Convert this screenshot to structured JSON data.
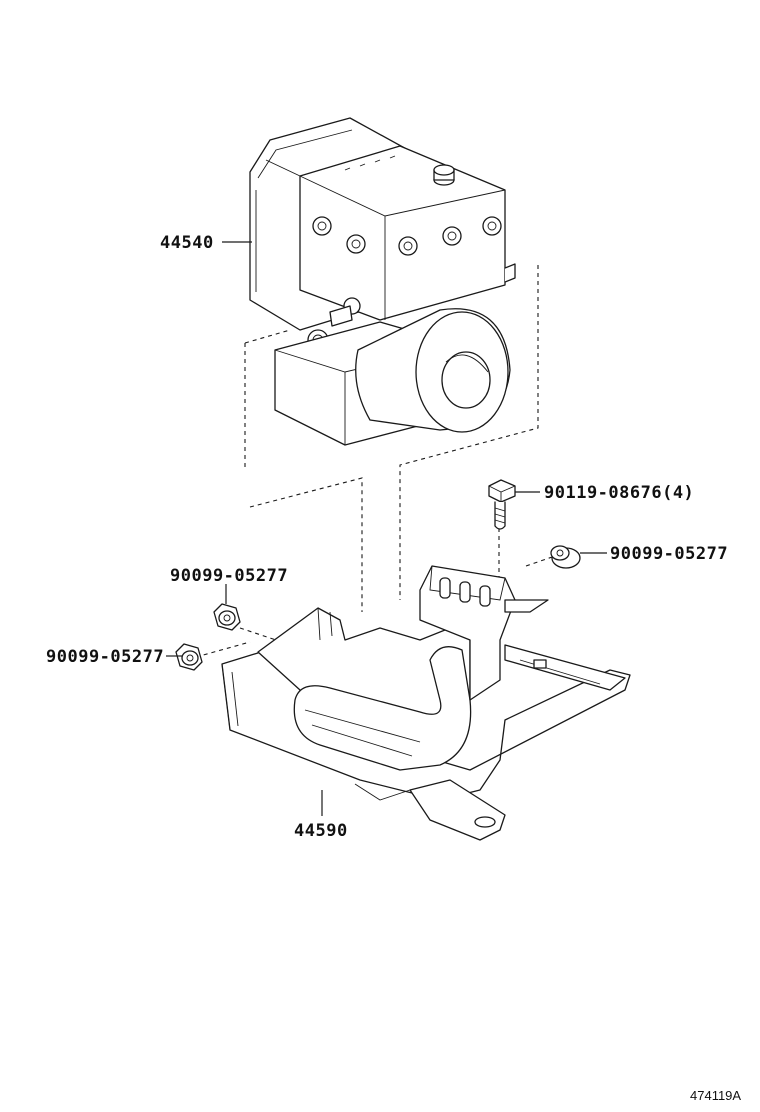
{
  "parts": {
    "actuator": "44540",
    "bracket": "44590",
    "bolt_flange": "90119-08676(4)",
    "nut_right": "90099-05277",
    "nut_top_left": "90099-05277",
    "nut_left": "90099-05277"
  },
  "figure_id": "474119A"
}
